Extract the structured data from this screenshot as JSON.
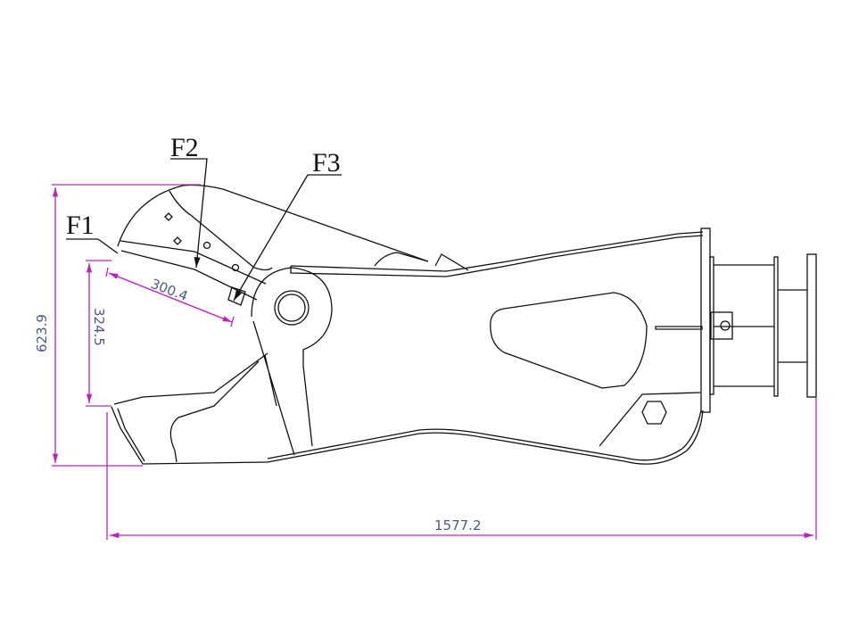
{
  "drawing": {
    "labels": {
      "f1": "F1",
      "f2": "F2",
      "f3": "F3"
    },
    "dimensions": {
      "jaw_opening_height": "623.9",
      "jaw_gap": "324.5",
      "blade_length": "300.4",
      "overall_length": "1577.2"
    },
    "colors": {
      "line": "#111111",
      "dimension": "#c020c0",
      "dimension_text": "#4a5a8a"
    }
  }
}
